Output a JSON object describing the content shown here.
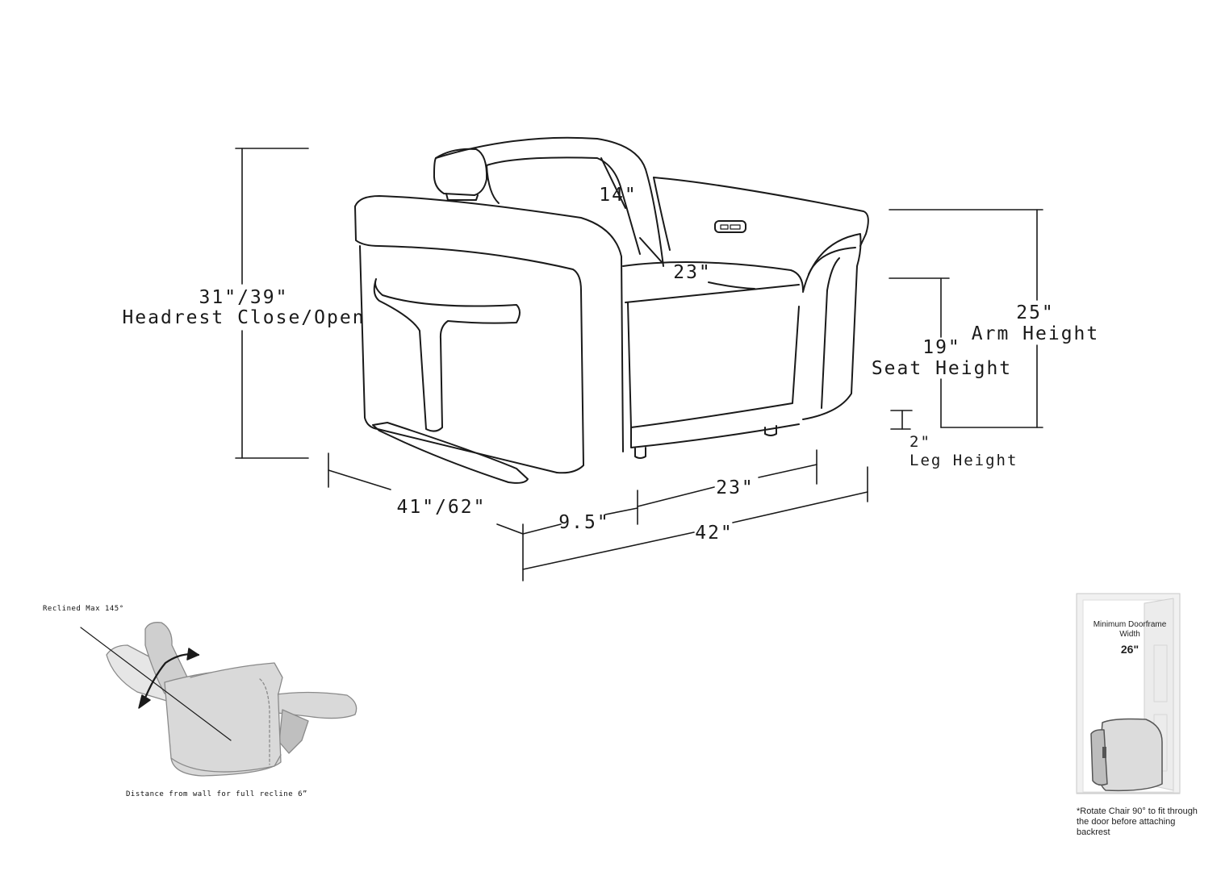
{
  "dimensions": {
    "headrest_height": "31\"/39\"",
    "headrest_label": "Headrest Close/Open",
    "headrest_depth": "14\"",
    "seat_depth": "23\"",
    "arm_height": "25\"",
    "arm_height_label": "Arm Height",
    "seat_height": "19\"",
    "seat_height_label": "Seat Height",
    "leg_height": "2\"",
    "leg_height_label": "Leg Height",
    "depth": "41\"/62\"",
    "arm_width": "9.5\"",
    "seat_width": "23\"",
    "overall_width": "42\""
  },
  "recline": {
    "max_label": "Reclined Max 145°",
    "wall_distance_label": "Distance from wall for full recline 6”"
  },
  "doorframe": {
    "title": "Minimum Doorframe Width",
    "width": "26\"",
    "note": "*Rotate Chair 90° to fit through the door before attaching backrest"
  },
  "colors": {
    "line": "#1a1a1a",
    "chair_fill": "#d9d9d9",
    "chair_stroke": "#8a8a8a"
  }
}
